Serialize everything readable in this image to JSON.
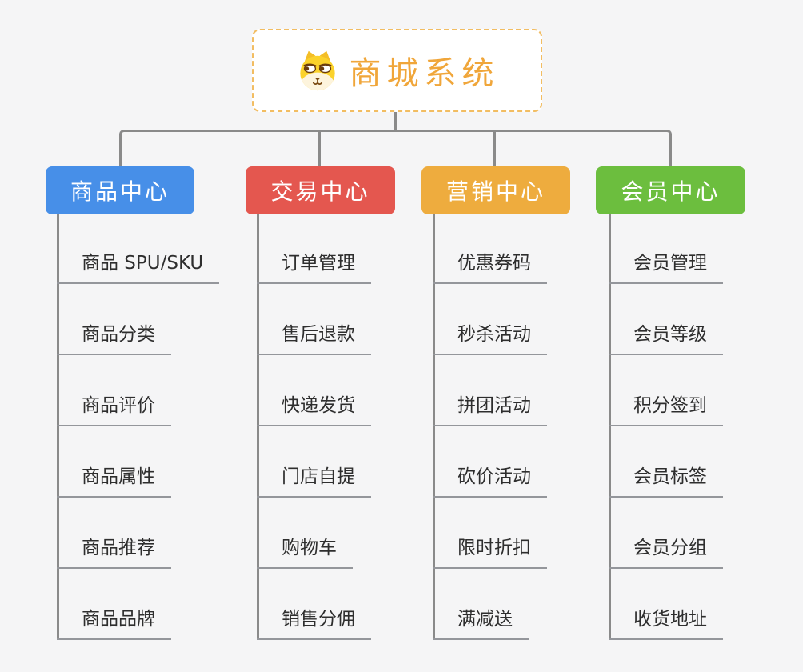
{
  "canvas": {
    "background": "#f5f5f6",
    "connector_color": "#8a8a8a"
  },
  "root": {
    "title": "商城系统",
    "icon": "shiba-dog-icon",
    "title_color": "#f0a63a",
    "border_color": "#f2bd62"
  },
  "branches": [
    {
      "label": "商品中心",
      "color": "#478fe8",
      "children": [
        "商品 SPU/SKU",
        "商品分类",
        "商品评价",
        "商品属性",
        "商品推荐",
        "商品品牌"
      ]
    },
    {
      "label": "交易中心",
      "color": "#e4574f",
      "children": [
        "订单管理",
        "售后退款",
        "快递发货",
        "门店自提",
        "购物车",
        "销售分佣"
      ]
    },
    {
      "label": "营销中心",
      "color": "#eeac3e",
      "children": [
        "优惠券码",
        "秒杀活动",
        "拼团活动",
        "砍价活动",
        "限时折扣",
        "满减送"
      ]
    },
    {
      "label": "会员中心",
      "color": "#6cbe3e",
      "children": [
        "会员管理",
        "会员等级",
        "积分签到",
        "会员标签",
        "会员分组",
        "收货地址"
      ]
    }
  ]
}
